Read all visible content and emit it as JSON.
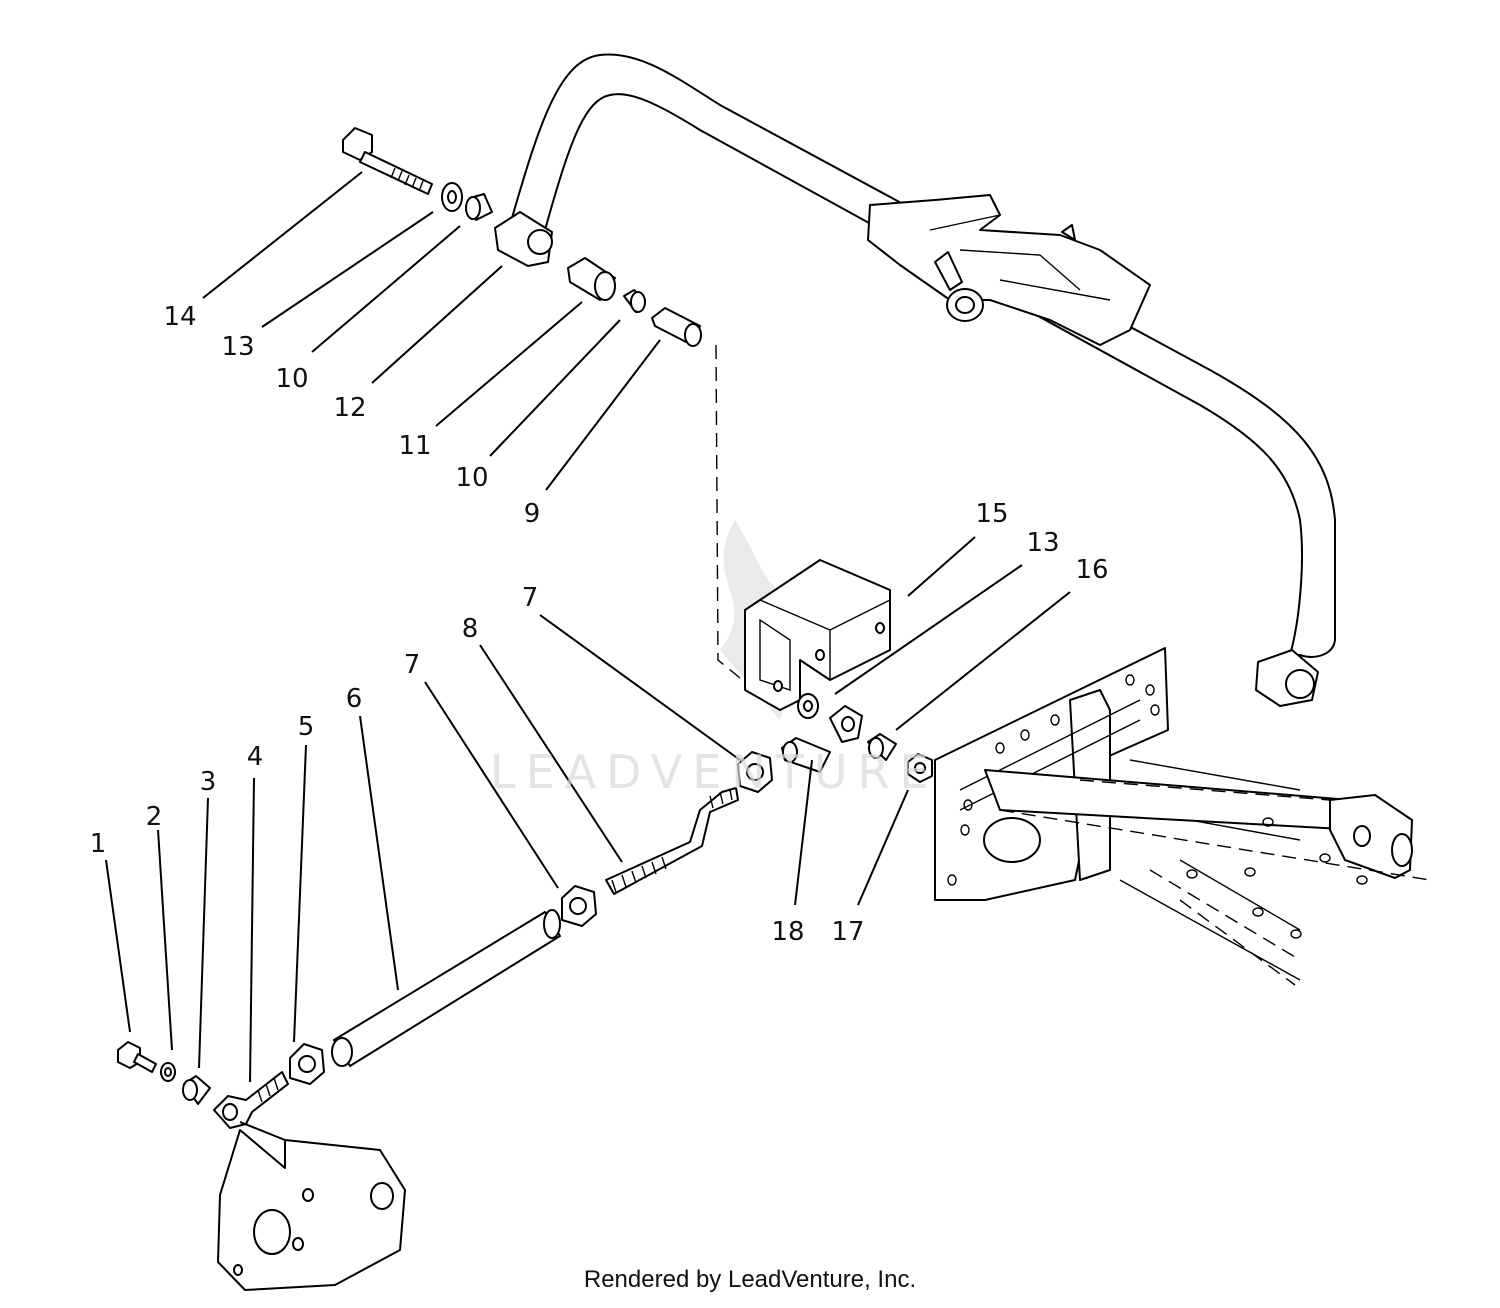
{
  "footer": "Rendered by LeadVenture, Inc.",
  "watermark": "LEADVENTURE",
  "callouts": [
    {
      "id": "c14a",
      "label": "14"
    },
    {
      "id": "c13a",
      "label": "13"
    },
    {
      "id": "c10a",
      "label": "10"
    },
    {
      "id": "c12",
      "label": "12"
    },
    {
      "id": "c11",
      "label": "11"
    },
    {
      "id": "c10b",
      "label": "10"
    },
    {
      "id": "c9",
      "label": "9"
    },
    {
      "id": "c15",
      "label": "15"
    },
    {
      "id": "c13b",
      "label": "13"
    },
    {
      "id": "c16",
      "label": "16"
    },
    {
      "id": "c7a",
      "label": "7"
    },
    {
      "id": "c8",
      "label": "8"
    },
    {
      "id": "c7b",
      "label": "7"
    },
    {
      "id": "c6",
      "label": "6"
    },
    {
      "id": "c5",
      "label": "5"
    },
    {
      "id": "c4",
      "label": "4"
    },
    {
      "id": "c3",
      "label": "3"
    },
    {
      "id": "c2",
      "label": "2"
    },
    {
      "id": "c1",
      "label": "1"
    },
    {
      "id": "c18",
      "label": "18"
    },
    {
      "id": "c17",
      "label": "17"
    }
  ]
}
